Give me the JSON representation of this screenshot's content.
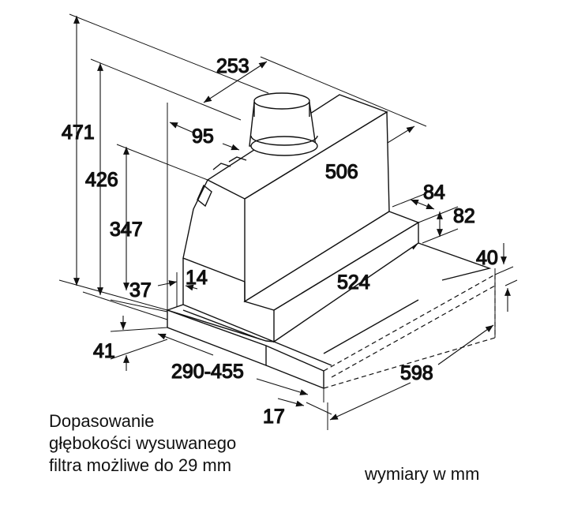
{
  "dimensions": {
    "d253": "253",
    "d471": "471",
    "d426": "426",
    "d95": "95",
    "d506": "506",
    "d347": "347",
    "d84": "84",
    "d82": "82",
    "d40": "40",
    "d14": "14",
    "d37": "37",
    "d524": "524",
    "d41": "41",
    "d290_455": "290-455",
    "d598": "598",
    "d17": "17"
  },
  "caption": {
    "line1": "Dopasowanie",
    "line2": "głębokości wysuwanego",
    "line3": "filtra możliwe do 29 mm"
  },
  "units_note": "wymiary w mm"
}
